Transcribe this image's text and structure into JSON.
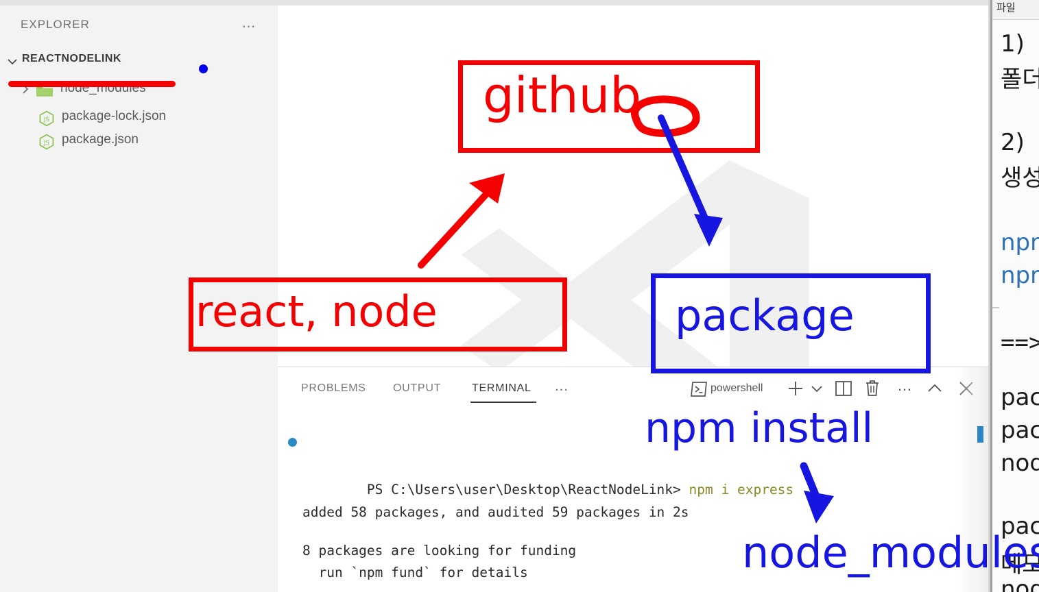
{
  "app": {
    "name": "Visual Studio Code",
    "theme": "light"
  },
  "sidebar": {
    "title": "EXPLORER",
    "overflow_label": "…",
    "root": {
      "label": "REACTNODELINK",
      "expanded": true
    },
    "items": [
      {
        "name": "node_modules",
        "type": "folder",
        "icon": "folder-green-icon",
        "expanded": false,
        "struck_through": true
      },
      {
        "name": "package-lock.json",
        "type": "file",
        "icon": "nodejs-js-icon"
      },
      {
        "name": "package.json",
        "type": "file",
        "icon": "nodejs-js-icon"
      }
    ]
  },
  "editor": {
    "watermark": "vscode-logo-watermark"
  },
  "panel": {
    "tabs": [
      {
        "label": "PROBLEMS",
        "active": false
      },
      {
        "label": "OUTPUT",
        "active": false
      },
      {
        "label": "TERMINAL",
        "active": true
      }
    ],
    "tabs_overflow": "…",
    "shell": {
      "icon": "terminal-powershell-icon",
      "label": "powershell"
    },
    "actions": [
      {
        "name": "new-terminal",
        "icon": "plus-icon"
      },
      {
        "name": "new-terminal-dropdown",
        "icon": "chevron-down-icon"
      },
      {
        "name": "split-terminal",
        "icon": "split-panel-icon"
      },
      {
        "name": "kill-terminal",
        "icon": "trash-icon"
      },
      {
        "name": "more-actions",
        "icon": "ellipsis-icon"
      },
      {
        "name": "maximize-panel",
        "icon": "chevron-up-icon"
      },
      {
        "name": "close-panel",
        "icon": "close-x-icon"
      }
    ],
    "terminal": {
      "prompt": "PS C:\\Users\\user\\Desktop\\ReactNodeLink>",
      "command": "npm i express",
      "output": [
        "added 58 packages, and audited 59 packages in 2s",
        "8 packages are looking for funding",
        "  run `npm fund` for details"
      ]
    }
  },
  "right_panel": {
    "tab": "파일",
    "lines": [
      "1)",
      "폴더",
      "",
      "2)",
      "생성",
      "",
      "npm",
      "npm",
      "",
      "==>",
      "pac",
      "pac",
      "nod",
      "",
      "pac",
      "메모",
      "nod"
    ]
  },
  "annotations": {
    "boxes": [
      {
        "name": "github-box",
        "label": "github",
        "color": "#f50000"
      },
      {
        "name": "react-node-box",
        "label": "react, node",
        "color": "#f50000"
      },
      {
        "name": "package-box",
        "label": "package",
        "color": "#1616e0"
      }
    ],
    "free_text": [
      {
        "name": "npm-install-note",
        "label": "npm install",
        "color": "#1616e0"
      },
      {
        "name": "node-modules-note",
        "label": "node_modules",
        "color": "#1616e0"
      }
    ],
    "marks": [
      {
        "name": "red-arrow-up-right",
        "color": "#f50000"
      },
      {
        "name": "blue-arrow-down-right",
        "color": "#1616e0"
      },
      {
        "name": "red-oval-scribble",
        "color": "#f50000"
      },
      {
        "name": "blue-arrow-down",
        "color": "#1616e0"
      },
      {
        "name": "node-modules-strikethrough",
        "color": "#f50000"
      }
    ]
  },
  "colors": {
    "sidebar_bg": "#f3f3f3",
    "editor_bg": "#ffffff",
    "accent_red": "#f50000",
    "accent_blue": "#1616e0",
    "node_green": "#83b84a",
    "prompt_blue": "#2a8ac7"
  }
}
